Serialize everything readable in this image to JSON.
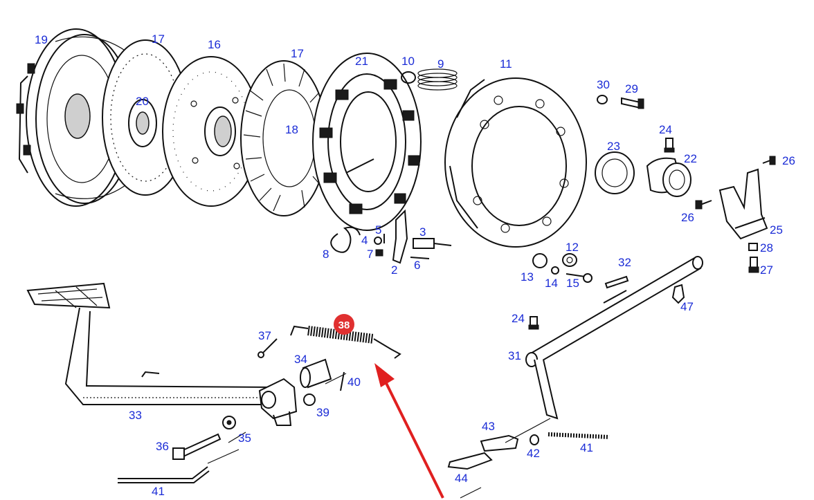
{
  "labels": {
    "p19": "19",
    "p17a": "17",
    "p16": "16",
    "p17b": "17",
    "p21": "21",
    "p10": "10",
    "p9": "9",
    "p11": "11",
    "p30": "30",
    "p29": "29",
    "p20": "20",
    "p18": "18",
    "p24a": "24",
    "p23": "23",
    "p22": "22",
    "p26a": "26",
    "p26b": "26",
    "p25": "25",
    "p28": "28",
    "p27": "27",
    "p5": "5",
    "p4": "4",
    "p7": "7",
    "p3": "3",
    "p8": "8",
    "p6": "6",
    "p2": "2",
    "p12": "12",
    "p13": "13",
    "p14": "14",
    "p15": "15",
    "p32": "32",
    "p47": "47",
    "p37": "37",
    "p38": "38",
    "p24b": "24",
    "p34": "34",
    "p40": "40",
    "p31": "31",
    "p33": "33",
    "p39": "39",
    "p35": "35",
    "p36": "36",
    "p43": "43",
    "p42": "42",
    "p41a": "41",
    "p44": "44",
    "p41b": "41"
  },
  "highlight": {
    "part": "38",
    "marker_color": "#e03030",
    "arrow_color": "#e02020"
  },
  "colors": {
    "label": "#1a2bd6",
    "ink": "#111111"
  }
}
